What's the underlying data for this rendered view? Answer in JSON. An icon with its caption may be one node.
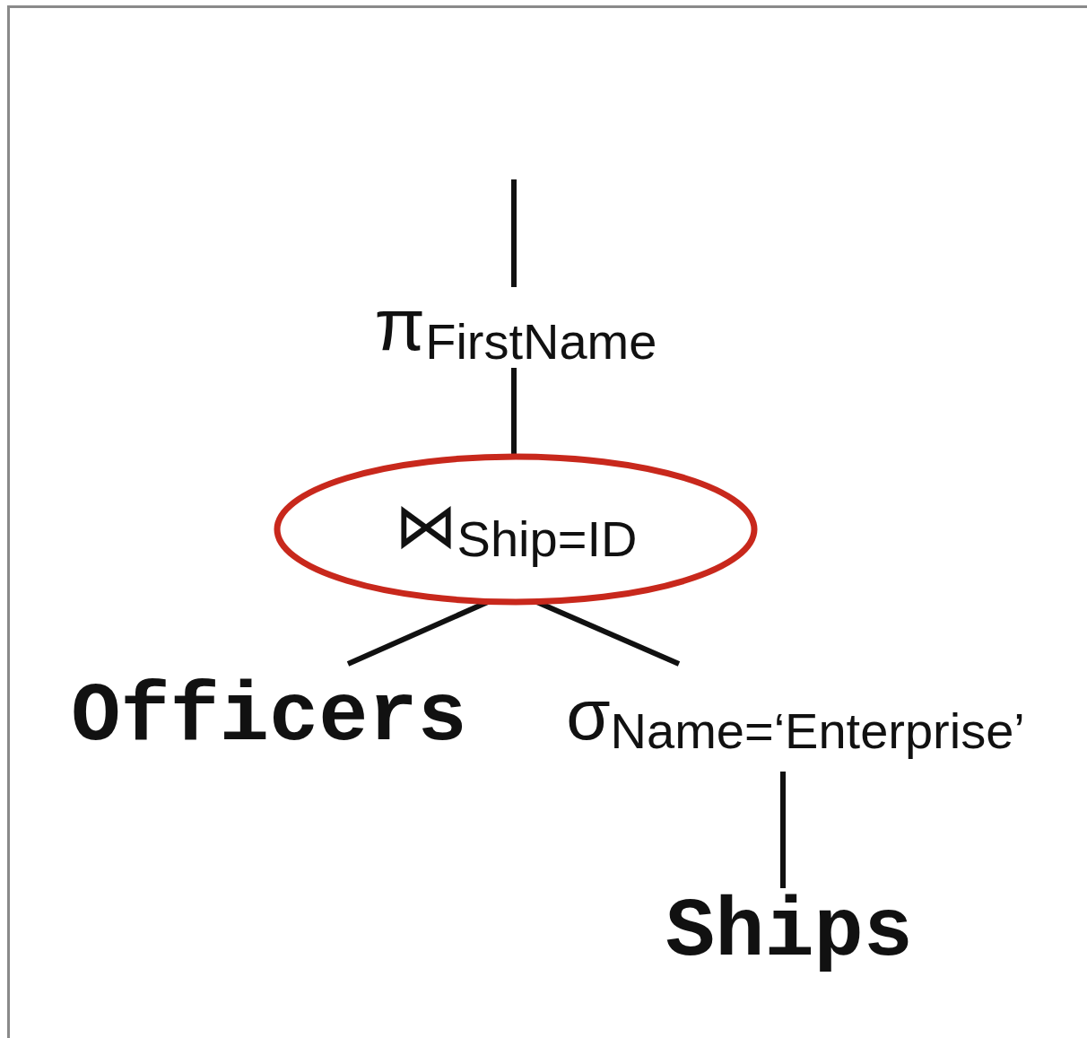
{
  "diagram": {
    "nodes": [
      {
        "text": [
          "π$_{FirstName}$"
        ]
      },
      {
        "text": [
          "⋈$_{Ship=ID}$"
        ]
      },
      {
        "text": [
          "Officers"
        ]
      },
      {
        "text": [
          "σ$_{Name=‘Enterprise’}$"
        ]
      },
      {
        "text": [
          "Ships"
        ]
      }
    ],
    "edges": [
      {
        "from": null,
        "to": 0,
        "arrow": "none"
      },
      {
        "from": 0,
        "to": 1,
        "arrow": "none"
      },
      {
        "from": 1,
        "to": 2,
        "arrow": "none"
      },
      {
        "from": 1,
        "to": 3,
        "arrow": "none"
      },
      {
        "from": 3,
        "to": 4,
        "arrow": "none"
      }
    ]
  }
}
